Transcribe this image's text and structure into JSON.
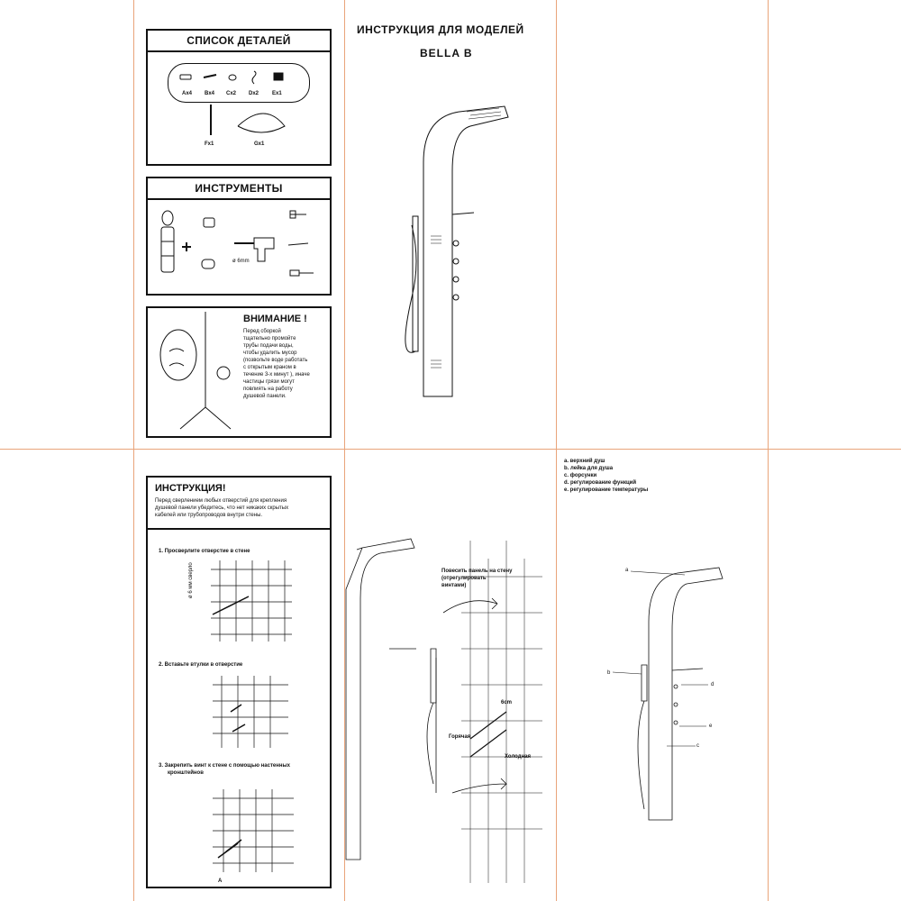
{
  "header": {
    "title": "ИНСТРУКЦИЯ  ДЛЯ МОДЕЛЕЙ",
    "model": "BELLA  B"
  },
  "parts": {
    "title": "СПИСОК ДЕТАЛЕЙ",
    "items": [
      "Ax4",
      "Bx4",
      "Cx2",
      "Dx2",
      "Ex1",
      "Fx1",
      "Gx1"
    ]
  },
  "tools": {
    "title": "ИНСТРУМЕНТЫ",
    "drill_size": "ø 6mm"
  },
  "warning": {
    "title": "ВНИМАНИЕ !",
    "lines": [
      "Перед сборкой",
      "тщательно промойте",
      "трубы подачи воды,",
      "чтобы удалить мусор",
      "(позвольте воде работать",
      "с открытым краном в",
      "течение 3-х минут ), иначе",
      "частицы грязи могут",
      "повлиять на работу",
      "душевой панели."
    ]
  },
  "instructions": {
    "title": "ИНСТРУКЦИЯ!",
    "intro": [
      "Перед сверлением любых  отверстий для крепления",
      "душевой панели убедитесь, что нет никаких скрытых",
      "кабелей или трубопроводов внутри стены."
    ],
    "step1": "1.  Просверлите отверстие в стене",
    "step1_label": "ø 6 мм сверло",
    "step2": "2.  Вставьте втулки в отверстие",
    "step3_lines": [
      "3.  Закрепить винт к стене с помощью настенных",
      "кронштейнов"
    ],
    "step3_label": "A"
  },
  "install": {
    "note_lines": [
      "Повесить панель на стену",
      "(отрегулировать",
      "винтами)"
    ],
    "hot": "Горячая",
    "cold": "Холодная",
    "dimension": "6cm"
  },
  "legend": {
    "items": [
      "a. верхний душ",
      "b. лейка для душа",
      "c. форсунки",
      "d. регулирование функций",
      "e. регулирование  температуры"
    ],
    "labels": [
      "a",
      "b",
      "d",
      "e",
      "c"
    ]
  }
}
